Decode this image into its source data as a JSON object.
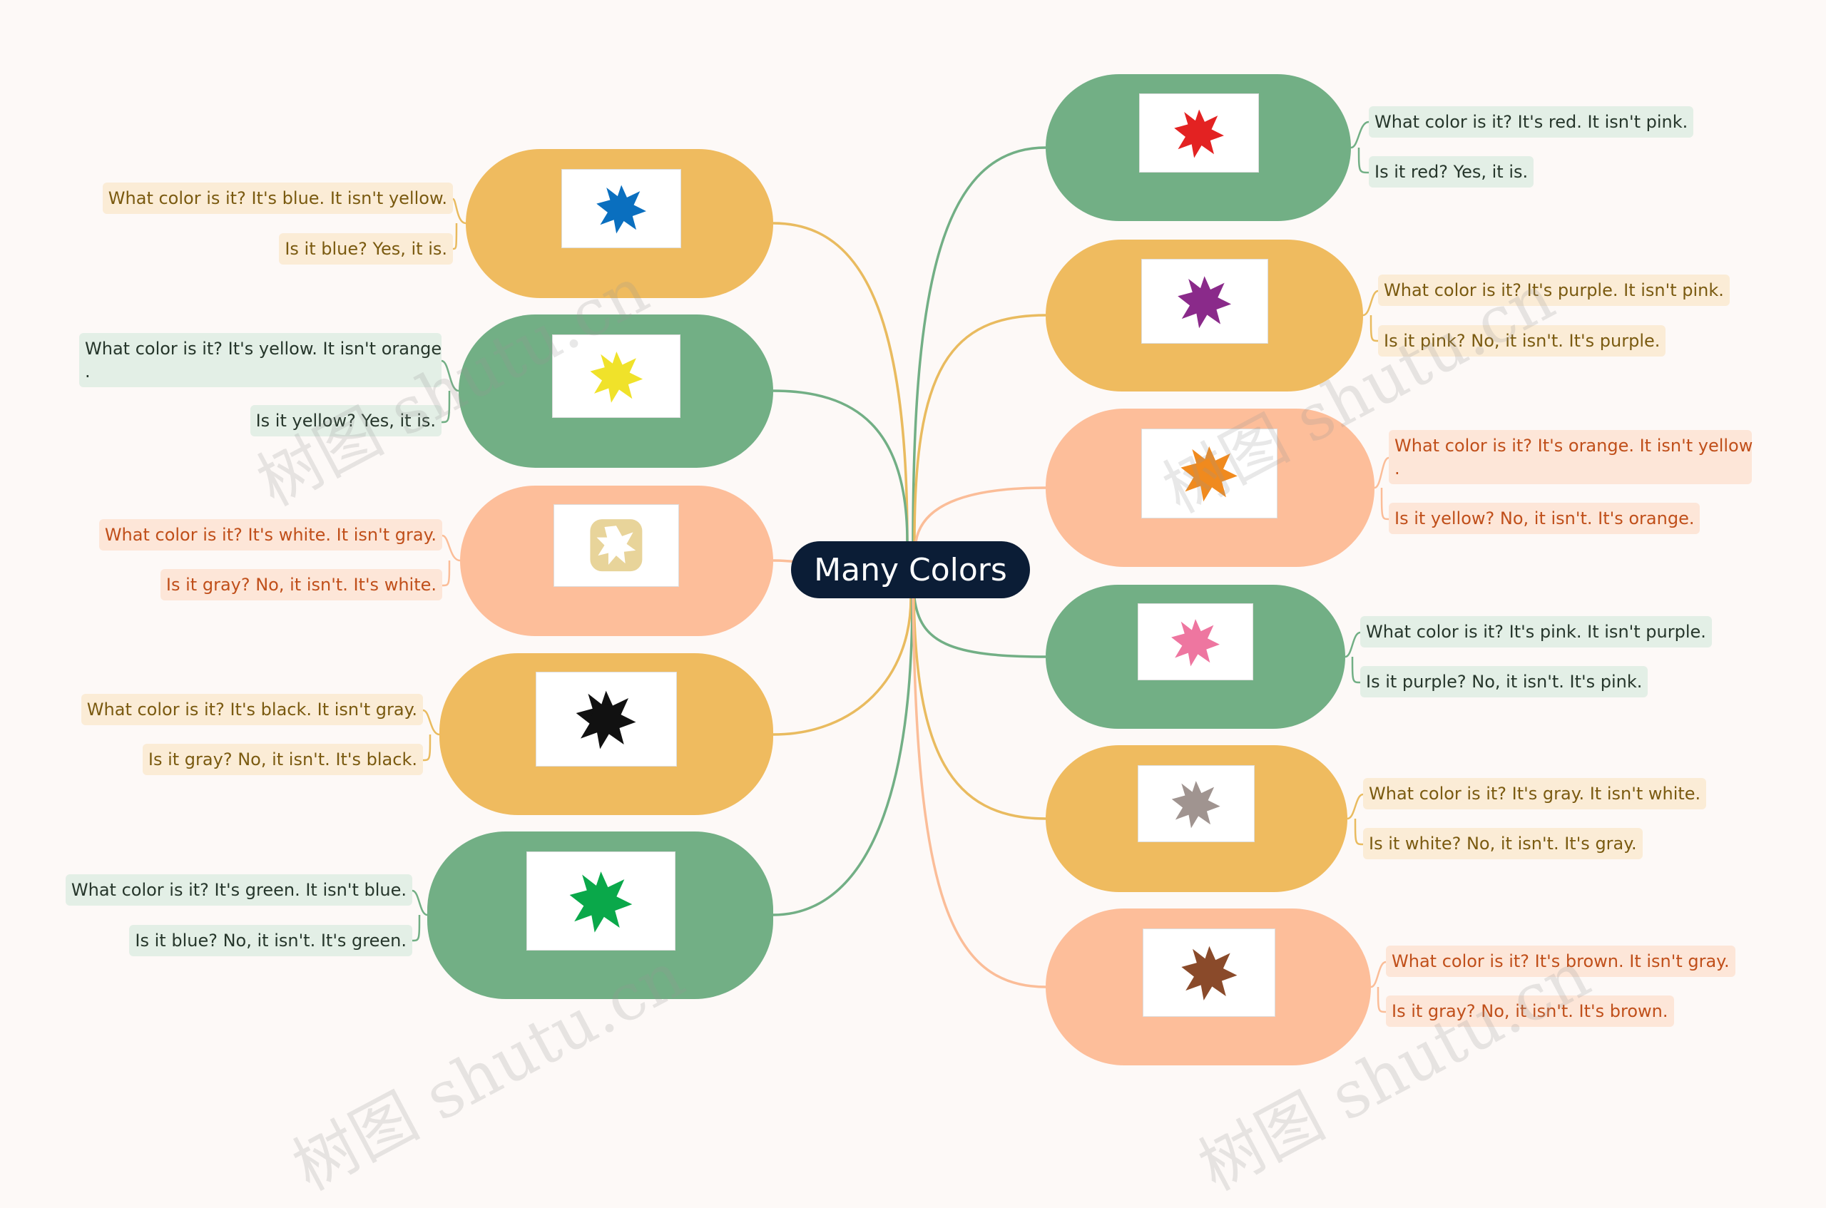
{
  "title": "Many Colors",
  "watermark": "树图 shutu.cn",
  "branches": {
    "blue": {
      "color": "#0a6fbf",
      "q1": "What color is it? It's blue. It isn't yellow.",
      "q2": "Is it blue? Yes, it is."
    },
    "yellow": {
      "color": "#f0e22a",
      "q1": "What color is it? It's yellow. It isn't orange",
      "q1b": ".",
      "q2": "Is it yellow? Yes, it is."
    },
    "white": {
      "color": "#ffffff",
      "q1": "What color is it? It's white. It isn't gray.",
      "q2": "Is it gray? No, it isn't. It's white."
    },
    "black": {
      "color": "#111111",
      "q1": "What color is it? It's black. It isn't gray.",
      "q2": "Is it gray? No, it isn't. It's black."
    },
    "green": {
      "color": "#0aa84a",
      "q1": "What color is it? It's green. It isn't blue.",
      "q2": "Is it blue? No, it isn't. It's green."
    },
    "red": {
      "color": "#e32222",
      "q1": "What color is it? It's red. It isn't pink.",
      "q2": "Is it red? Yes, it is."
    },
    "purple": {
      "color": "#8a2a8a",
      "q1": "What color is it? It's purple. It isn't pink.",
      "q2": "Is it pink? No, it isn't. It's purple."
    },
    "orange": {
      "color": "#f08a1e",
      "q1": "What color is it? It's orange. It isn't yellow",
      "q1b": ".",
      "q2": "Is it yellow? No, it isn't. It's orange."
    },
    "pink": {
      "color": "#ee76a0",
      "q1": "What color is it? It's pink. It isn't purple.",
      "q2": "Is it purple? No, it isn't. It's pink."
    },
    "gray": {
      "color": "#a09490",
      "q1": "What color is it? It's gray. It isn't white.",
      "q2": "Is it white? No, it isn't. It's gray."
    },
    "brown": {
      "color": "#8a4a2a",
      "q1": "What color is it? It's brown. It isn't gray.",
      "q2": "Is it gray? No, it isn't. It's brown."
    }
  }
}
